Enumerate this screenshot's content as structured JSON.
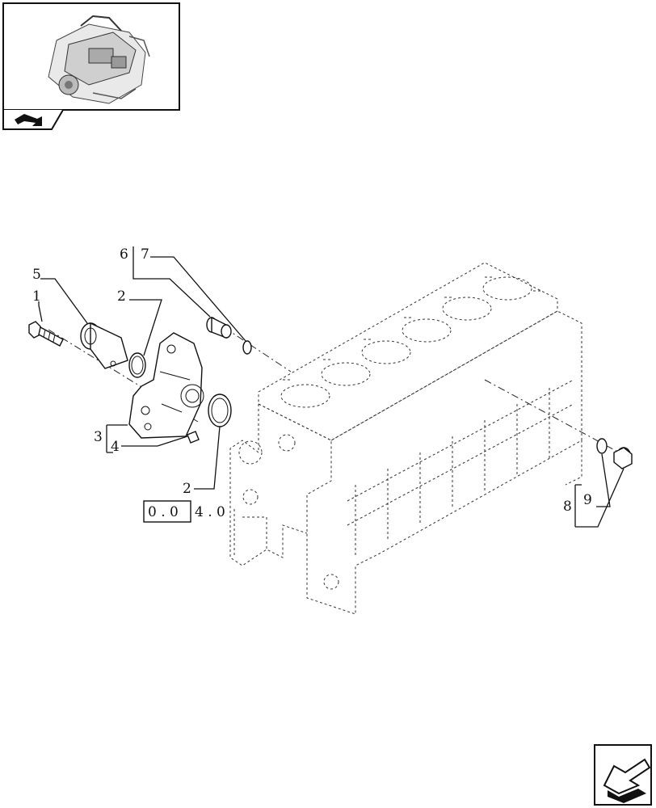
{
  "callouts": [
    {
      "id": "c1",
      "text": "1"
    },
    {
      "id": "c2a",
      "text": "2"
    },
    {
      "id": "c2b",
      "text": "2"
    },
    {
      "id": "c3",
      "text": "3"
    },
    {
      "id": "c4",
      "text": "4"
    },
    {
      "id": "c5",
      "text": "5"
    },
    {
      "id": "c6",
      "text": "6"
    },
    {
      "id": "c7",
      "text": "7"
    },
    {
      "id": "c8",
      "text": "8"
    },
    {
      "id": "c9",
      "text": "9"
    }
  ],
  "reference": {
    "boxed": "0 . 0",
    "tail": "4 . 0"
  },
  "icons": {
    "thumbnail": "engine-thumbnail-icon",
    "nav_back": "back-arrow-icon",
    "nav_next": "next-page-arrow-icon"
  }
}
